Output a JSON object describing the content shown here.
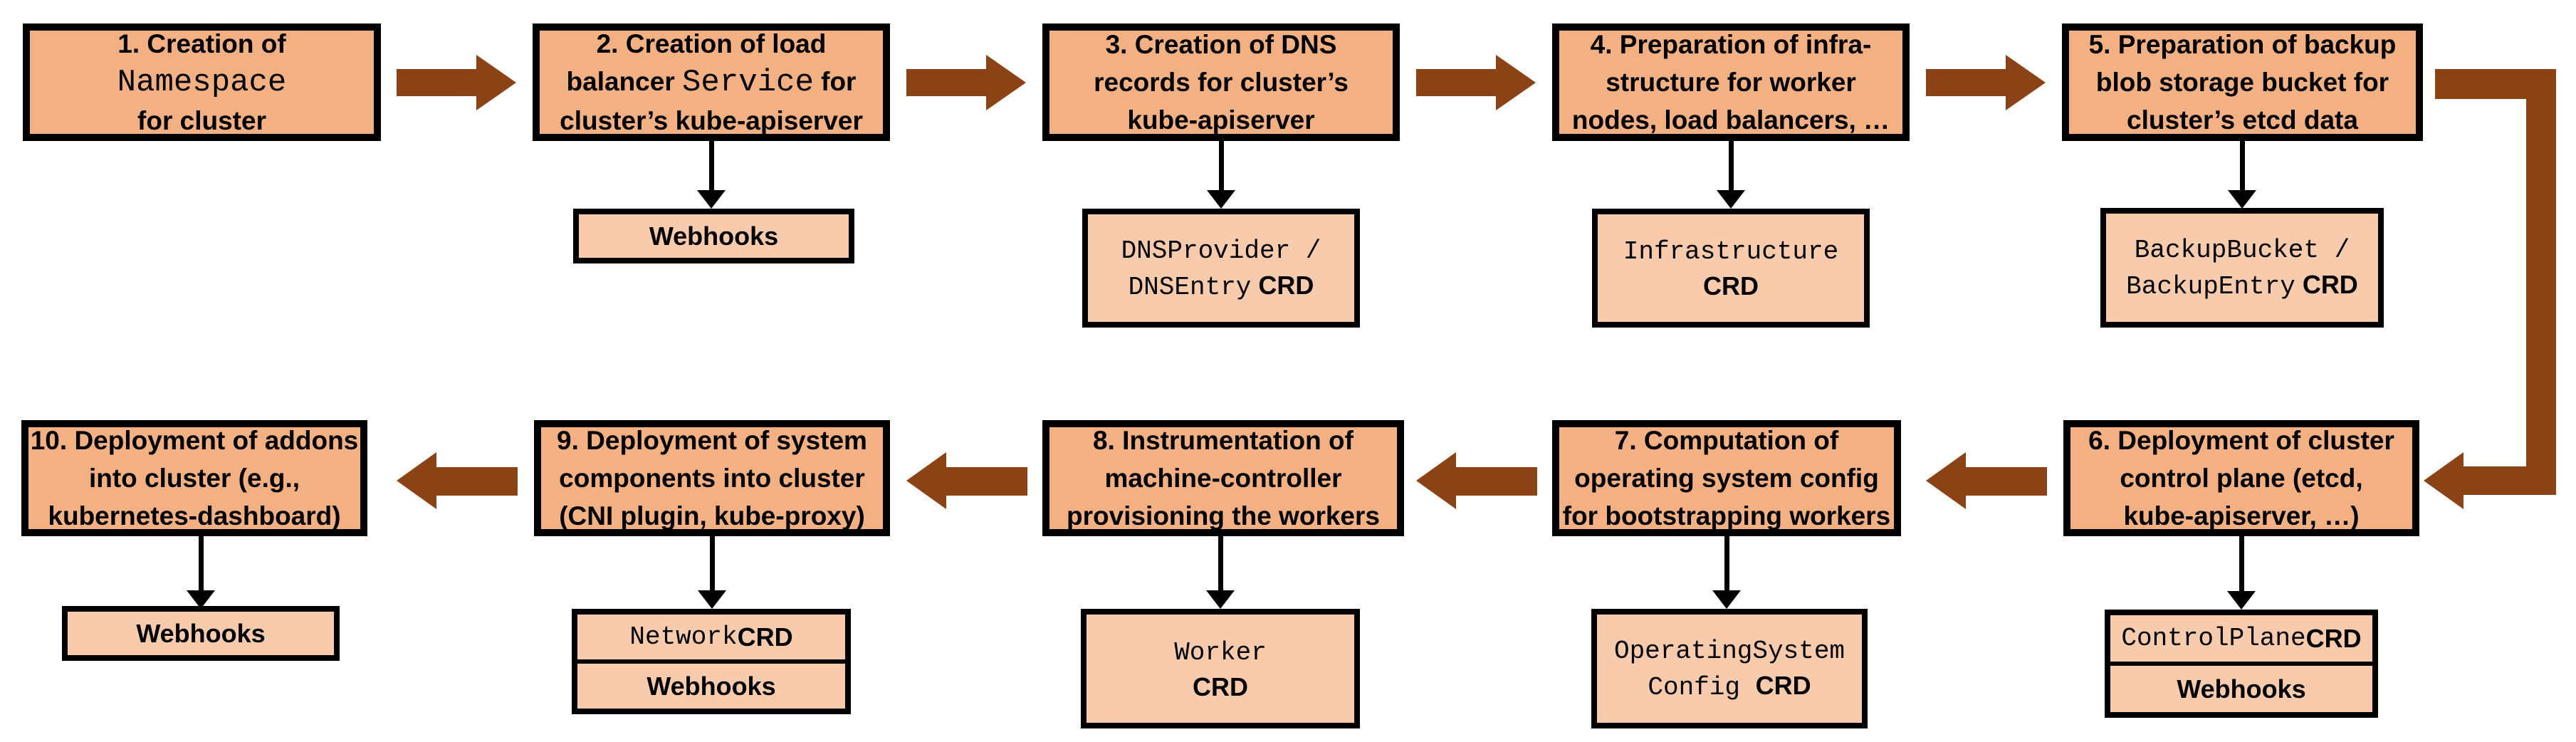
{
  "colors": {
    "bg": "#FFFFFF",
    "boxFill": "#F3B183",
    "subFill": "#F8CBAD",
    "arrow": "#8B4315",
    "line": "#000000"
  },
  "boxes": {
    "b1": {
      "l1": "1. Creation of",
      "l2": "Namespace",
      "l3": "for cluster"
    },
    "b2": {
      "l1": "2. Creation of load",
      "l2a": "balancer ",
      "l2b": "Service",
      "l2c": " for",
      "l3": "cluster’s kube-apiserver"
    },
    "b3": {
      "l1": "3. Creation of DNS",
      "l2": "records for cluster’s",
      "l3": "kube-apiserver"
    },
    "b4": {
      "l1": "4. Preparation of infra-",
      "l2": "structure for worker",
      "l3": "nodes, load balancers, …"
    },
    "b5": {
      "l1": "5. Preparation of backup",
      "l2": "blob storage bucket for",
      "l3": "cluster’s etcd data"
    },
    "b6": {
      "l1": "6. Deployment of cluster",
      "l2": "control plane (etcd,",
      "l3": "kube-apiserver, …)"
    },
    "b7": {
      "l1": "7. Computation of",
      "l2": "operating system config",
      "l3": "for bootstrapping workers"
    },
    "b8": {
      "l1": "8. Instrumentation of",
      "l2": "machine-controller",
      "l3": "provisioning the workers"
    },
    "b9": {
      "l1": "9. Deployment of system",
      "l2": "components into cluster",
      "l3": "(CNI plugin, kube-proxy)"
    },
    "b10": {
      "l1": "10. Deployment of addons",
      "l2": "into cluster (e.g.,",
      "l3": "kubernetes-dashboard)"
    }
  },
  "subs": {
    "s2": {
      "l1": "Webhooks"
    },
    "s3": {
      "l1": "DNSProvider /",
      "l2a": "DNSEntry",
      "l2b": " CRD"
    },
    "s4": {
      "l1": "Infrastructure",
      "l2": "CRD"
    },
    "s5": {
      "l1": "BackupBucket /",
      "l2a": "BackupEntry",
      "l2b": " CRD"
    },
    "s6": {
      "r1a": "ControlPlane",
      "r1b": " CRD",
      "r2": "Webhooks"
    },
    "s7": {
      "l1": "OperatingSystem",
      "l2a": "Config ",
      "l2b": "CRD"
    },
    "s8": {
      "l1": "Worker",
      "l2": "CRD"
    },
    "s9": {
      "r1a": "Network",
      "r1b": " CRD",
      "r2": "Webhooks"
    },
    "s10": {
      "l1": "Webhooks"
    }
  }
}
